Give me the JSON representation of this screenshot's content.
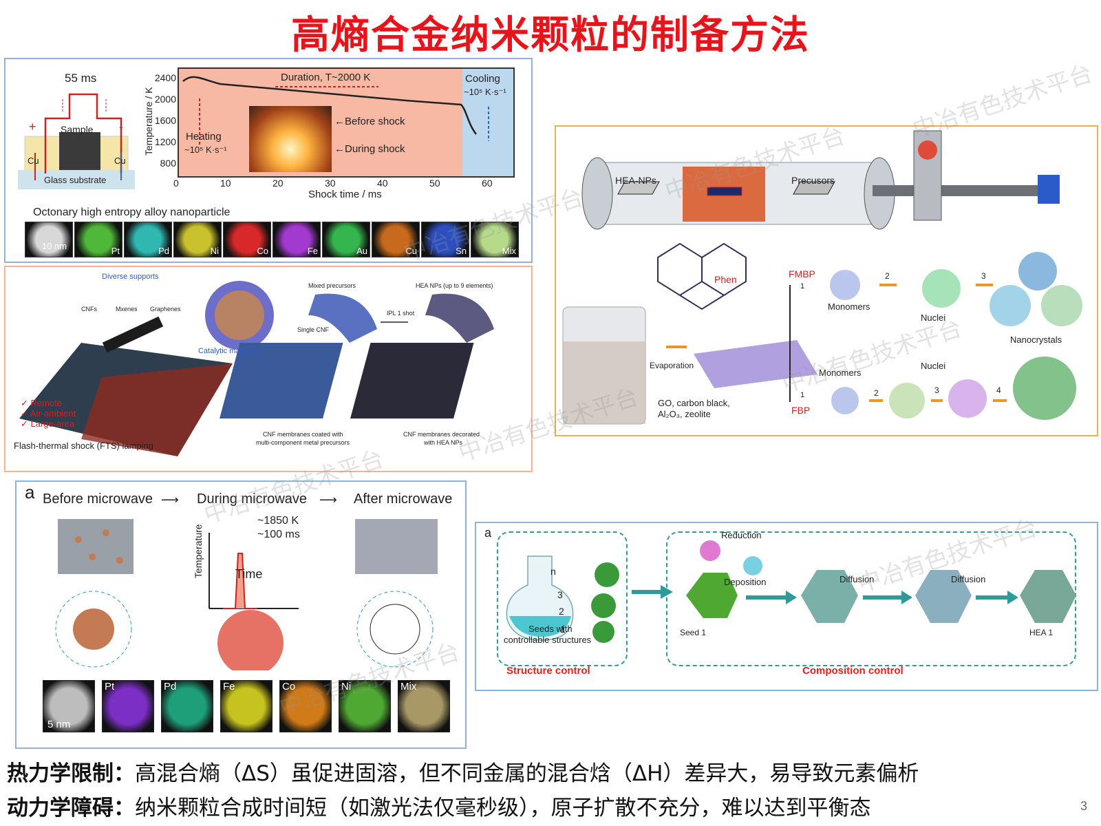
{
  "title": "高熵合金纳米颗粒的制备方法",
  "panel_shock": {
    "pulse_ms": "55 ms",
    "sample": "Sample",
    "cu_left": "Cu",
    "cu_right": "Cu",
    "plus": "+",
    "minus": "-",
    "substrate": "Glass substrate",
    "ylabel": "Temperature / K",
    "yticks": [
      "2400",
      "2000",
      "1600",
      "1200",
      "800"
    ],
    "xticks": [
      "0",
      "10",
      "20",
      "30",
      "40",
      "50",
      "60"
    ],
    "xlabel": "Shock time / ms",
    "duration": "Duration, T~2000 K",
    "heating_1": "Heating",
    "heating_2": "~10⁵ K·s⁻¹",
    "cooling_1": "Cooling",
    "cooling_2": "~10⁵ K·s⁻¹",
    "before_shock": "←Before shock",
    "during_shock": "←During shock",
    "octonary": "Octonary high entropy alloy nanoparticle",
    "scale": "10 nm",
    "maps": [
      {
        "label": "",
        "color": "#d8d8d8"
      },
      {
        "label": "Pt",
        "color": "#4fb83a"
      },
      {
        "label": "Pd",
        "color": "#2fb7b0"
      },
      {
        "label": "Ni",
        "color": "#c9c22e"
      },
      {
        "label": "Co",
        "color": "#d9282a"
      },
      {
        "label": "Fe",
        "color": "#a33ad0"
      },
      {
        "label": "Au",
        "color": "#35b54d"
      },
      {
        "label": "Cu",
        "color": "#c86a1d"
      },
      {
        "label": "Sn",
        "color": "#2c4fbf"
      },
      {
        "label": "Mix",
        "color": "#b6d98a"
      }
    ]
  },
  "panel_fts": {
    "diverse_supports": "Diverse supports",
    "cnfs": "CNFs",
    "mxenes": "Mxenes",
    "graphenes": "Graphenes",
    "catalytic": "Catalytic materials",
    "mixed_precursors": "Mixed precursors",
    "hea_nps": "HEA NPs (up to 9 elements)",
    "single_cnf": "Single CNF",
    "ipl": "IPL 1 shot",
    "remote": "✓ Remote",
    "air": "✓ Air-ambient",
    "large": "✓ Large-area",
    "fts": "Flash-thermal shock (FTS) lamping",
    "cnf_coated": "CNF membranes coated with",
    "cnf_coated_2": "multi-component metal precursors",
    "cnf_decor": "CNF membranes decorated",
    "cnf_decor_2": "with HEA NPs"
  },
  "panel_microwave": {
    "a": "a",
    "before": "Before microwave",
    "during": "During microwave",
    "after": "After microwave",
    "temp": "Temperature",
    "time": "Time",
    "k": "~1850 K",
    "ms": "~100 ms",
    "scale": "5 nm",
    "maps": [
      {
        "label": "",
        "color": "#bdbdbd"
      },
      {
        "label": "Pt",
        "color": "#7b2fc4"
      },
      {
        "label": "Pd",
        "color": "#1f9e7a"
      },
      {
        "label": "Fe",
        "color": "#c6c21f"
      },
      {
        "label": "Co",
        "color": "#d07a18"
      },
      {
        "label": "Ni",
        "color": "#4ea832"
      },
      {
        "label": "Mix",
        "color": "#a89866"
      }
    ]
  },
  "panel_tube": {
    "hea_nps": "HEA-NPs",
    "precursors": "Precusors",
    "phen": "Phen",
    "fmbp": "FMBP",
    "fbp": "FBP",
    "monomers_top": "Monomers",
    "nuclei_top": "Nuclei",
    "nanocrystals": "Nanocrystals",
    "monomers_bottom": "Monomers",
    "nuclei_bottom": "Nuclei",
    "evaporation": "Evaporation",
    "supports_1": "GO, carbon black,",
    "supports_2": "Al₂O₃, zeolite",
    "steps": [
      "1",
      "2",
      "3",
      "1",
      "2",
      "3",
      "4"
    ]
  },
  "panel_seed": {
    "a": "a",
    "n": "n",
    "s3": "3",
    "s2": "2",
    "s1": "1",
    "seeds_1": "Seeds with",
    "seeds_2": "controllable structures",
    "reduction": "Reduction",
    "deposition": "Deposition",
    "diffusion_1": "Diffusion",
    "diffusion_2": "Diffusion",
    "seed1": "Seed 1",
    "hea1": "HEA 1",
    "structure_control": "Structure control",
    "composition_control": "Composition control"
  },
  "watermark": "中冶有色技术平台",
  "bottom": {
    "line1_head": "热力学限制：",
    "line1_body": "高混合熵（ΔS）虽促进固溶，但不同金属的混合焓（ΔH）差异大，易导致元素偏析",
    "line2_head": "动力学障碍：",
    "line2_body": "纳米颗粒合成时间短（如激光法仅毫秒级），原子扩散不充分，难以达到平衡态"
  },
  "page_number": "3",
  "colors": {
    "title": "#e8141b",
    "panel_border_blue": "#8fb3d9",
    "panel_border_orange": "#f2b48a",
    "panel_border_gold": "#e8b24a",
    "heat_zone": "#f7b9a4",
    "cool_zone": "#bcd8ef",
    "red_text": "#e0211f",
    "teal": "#2f9a9a"
  }
}
